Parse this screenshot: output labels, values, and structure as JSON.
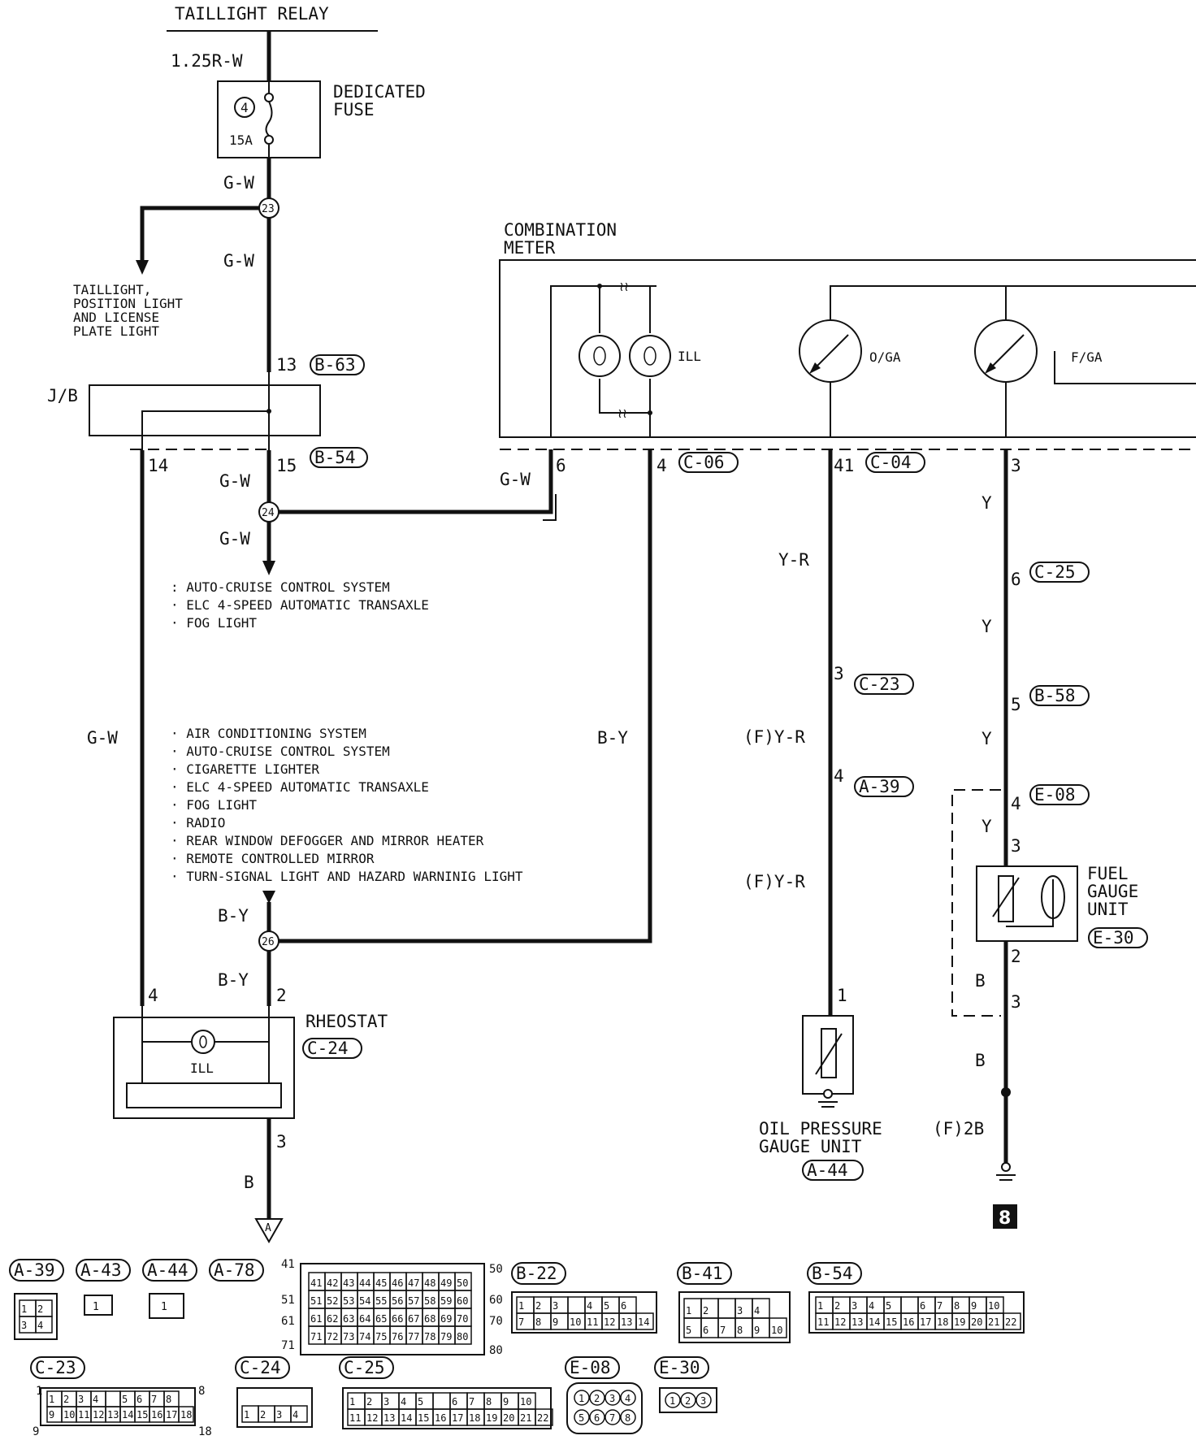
{
  "title": "TAILLIGHT RELAY",
  "wires": {
    "relay_out": "1.25R-W",
    "gw": "G-W",
    "by": "B-Y",
    "b": "B",
    "y": "Y",
    "yr": "Y-R",
    "fyr": "(F)Y-R",
    "f2b": "(F)2B"
  },
  "fuse": {
    "label_line1": "DEDICATED",
    "label_line2": "FUSE",
    "number": "4",
    "rating": "15A"
  },
  "junctions": {
    "j23": "23",
    "j24": "24",
    "j26": "26"
  },
  "branch_taillight": [
    "TAILLIGHT,",
    "POSITION LIGHT",
    "AND LICENSE",
    "PLATE LIGHT"
  ],
  "jb": {
    "label": "J/B"
  },
  "pins": {
    "p13": "13",
    "p14": "14",
    "p15": "15",
    "p6": "6",
    "p4": "4",
    "p41": "41",
    "p3": "3",
    "p3b": "3",
    "p4b": "4",
    "p6c": "6",
    "p5": "5",
    "p4e": "4",
    "p3e": "3",
    "p2e": "2",
    "p3f": "3",
    "p4r": "4",
    "p2r": "2",
    "p3r": "3",
    "p1": "1"
  },
  "connectors": {
    "b63": "B-63",
    "b54": "B-54",
    "c06": "C-06",
    "c04": "C-04",
    "c25": "C-25",
    "c23": "C-23",
    "a39": "A-39",
    "b58": "B-58",
    "e08": "E-08",
    "e30": "E-30",
    "c24": "C-24",
    "a44": "A-44"
  },
  "meter": {
    "line1": "COMBINATION",
    "line2": "METER",
    "ill": "ILL",
    "oga": "O/GA",
    "fga": "F/GA"
  },
  "list1": [
    ": AUTO-CRUISE CONTROL SYSTEM",
    "· ELC 4-SPEED AUTOMATIC TRANSAXLE",
    "· FOG LIGHT"
  ],
  "list2": [
    "· AIR CONDITIONING SYSTEM",
    "· AUTO-CRUISE CONTROL SYSTEM",
    "· CIGARETTE LIGHTER",
    "· ELC 4-SPEED AUTOMATIC TRANSAXLE",
    "· FOG LIGHT",
    "· RADIO",
    "· REAR WINDOW DEFOGGER AND MIRROR HEATER",
    "· REMOTE CONTROLLED MIRROR",
    "· TURN-SIGNAL LIGHT AND HAZARD WARNINIG LIGHT"
  ],
  "rheostat": {
    "name": "RHEOSTAT",
    "ill": "ILL",
    "ground": "A"
  },
  "fuel_unit": [
    "FUEL",
    "GAUGE",
    "UNIT"
  ],
  "oil_unit": [
    "OIL PRESSURE",
    "GAUGE UNIT"
  ],
  "ground_num": "8",
  "legend_labels": [
    "A-39",
    "A-43",
    "A-44",
    "A-78",
    "B-22",
    "B-41",
    "B-54",
    "C-23",
    "C-24",
    "C-25",
    "E-08",
    "E-30"
  ],
  "a78": {
    "corner_labels": [
      "41",
      "50",
      "51",
      "60",
      "61",
      "70",
      "71",
      "80"
    ],
    "rows": [
      [
        "41",
        "42",
        "43",
        "44",
        "45",
        "46",
        "47",
        "48",
        "49",
        "50"
      ],
      [
        "51",
        "52",
        "53",
        "54",
        "55",
        "56",
        "57",
        "58",
        "59",
        "60"
      ],
      [
        "61",
        "62",
        "63",
        "64",
        "65",
        "66",
        "67",
        "68",
        "69",
        "70"
      ],
      [
        "71",
        "72",
        "73",
        "74",
        "75",
        "76",
        "77",
        "78",
        "79",
        "80"
      ]
    ]
  },
  "a39_pins": [
    "1",
    "2",
    "3",
    "4"
  ],
  "a43_pin": "1",
  "a44_pin": "1",
  "b22_rows": [
    [
      "1",
      "2",
      "3",
      "",
      "4",
      "5",
      "6"
    ],
    [
      "7",
      "8",
      "9",
      "10",
      "11",
      "12",
      "13",
      "14"
    ]
  ],
  "b41_rows": [
    [
      "1",
      "2",
      "",
      "3",
      "4"
    ],
    [
      "5",
      "6",
      "7",
      "8",
      "9",
      "10"
    ]
  ],
  "b54_rows": [
    [
      "1",
      "2",
      "3",
      "4",
      "5",
      "",
      "6",
      "7",
      "8",
      "9",
      "10"
    ],
    [
      "11",
      "12",
      "13",
      "14",
      "15",
      "16",
      "17",
      "18",
      "19",
      "20",
      "21",
      "22"
    ]
  ],
  "c23_rows": [
    [
      "1",
      "2",
      "3",
      "4",
      "",
      "5",
      "6",
      "7",
      "8"
    ],
    [
      "9",
      "10",
      "11",
      "12",
      "13",
      "14",
      "15",
      "16",
      "17",
      "18"
    ]
  ],
  "c23_corners": [
    "1",
    "8",
    "9",
    "18"
  ],
  "c24_pins": [
    "1",
    "2",
    "3",
    "4"
  ],
  "c25_rows": [
    [
      "1",
      "2",
      "3",
      "4",
      "5",
      "",
      "6",
      "7",
      "8",
      "9",
      "10"
    ],
    [
      "11",
      "12",
      "13",
      "14",
      "15",
      "16",
      "17",
      "18",
      "19",
      "20",
      "21",
      "22"
    ]
  ],
  "e08_pins": [
    "1",
    "2",
    "3",
    "4",
    "5",
    "6",
    "7",
    "8"
  ],
  "e30_pins": [
    "1",
    "2",
    "3"
  ]
}
